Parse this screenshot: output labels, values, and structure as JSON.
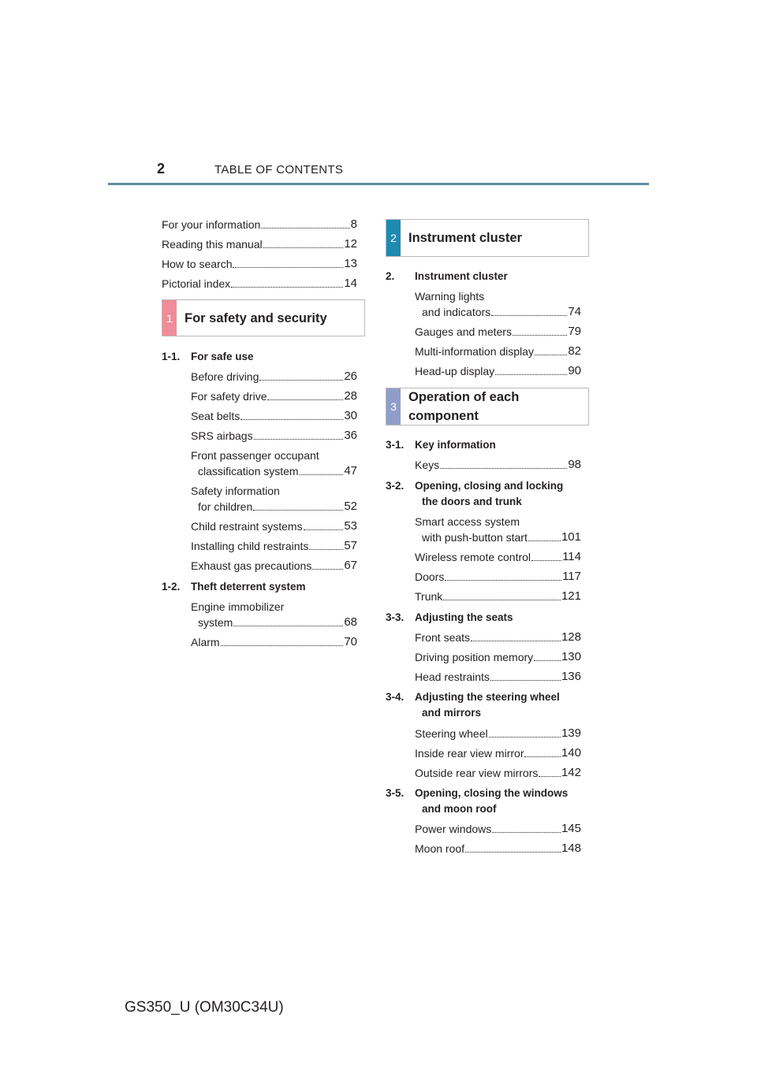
{
  "header": {
    "page_number": "2",
    "title": "TABLE OF CONTENTS"
  },
  "intro": [
    {
      "text": "For your information",
      "page": "8"
    },
    {
      "text": "Reading this manual",
      "page": "12"
    },
    {
      "text": "How to search",
      "page": "13"
    },
    {
      "text": "Pictorial index",
      "page": "14"
    }
  ],
  "chapter1": {
    "tab": "1",
    "tab_color": "#f08c97",
    "title": "For safety and security",
    "s11": {
      "num": "1-1.",
      "title": "For safe use"
    },
    "e1": {
      "text": "Before driving",
      "page": "26"
    },
    "e2": {
      "text": "For safety drive",
      "page": "28"
    },
    "e3": {
      "text": "Seat belts",
      "page": "30"
    },
    "e4": {
      "text": "SRS airbags",
      "page": "36"
    },
    "e5a": "Front passenger occupant",
    "e5": {
      "text": "classification system",
      "page": "47"
    },
    "e6a": "Safety information",
    "e6": {
      "text": "for children",
      "page": "52"
    },
    "e7": {
      "text": "Child restraint systems",
      "page": "53"
    },
    "e8": {
      "text": "Installing child restraints",
      "page": "57"
    },
    "e9": {
      "text": "Exhaust gas precautions",
      "page": "67"
    },
    "s12": {
      "num": "1-2.",
      "title": "Theft deterrent system"
    },
    "e10a": "Engine immobilizer",
    "e10": {
      "text": "system",
      "page": "68"
    },
    "e11": {
      "text": "Alarm",
      "page": "70"
    }
  },
  "chapter2": {
    "tab": "2",
    "tab_color": "#1f8ab0",
    "title": "Instrument cluster",
    "s2": {
      "num": "2.",
      "title": "Instrument cluster"
    },
    "e1a": "Warning lights",
    "e1": {
      "text": "and indicators",
      "page": "74"
    },
    "e2": {
      "text": "Gauges and meters",
      "page": "79"
    },
    "e3": {
      "text": "Multi-information display",
      "page": "82"
    },
    "e4": {
      "text": "Head-up display",
      "page": "90"
    }
  },
  "chapter3": {
    "tab": "3",
    "tab_color": "#8f9ec9",
    "title_line1": "Operation of each",
    "title_line2": "component",
    "s31": {
      "num": "3-1.",
      "title": "Key information"
    },
    "e1": {
      "text": "Keys",
      "page": "98"
    },
    "s32": {
      "num": "3-2.",
      "title": "Opening, closing and locking",
      "cont": "the doors and trunk"
    },
    "e2a": "Smart access system",
    "e2": {
      "text": "with push-button start",
      "page": "101"
    },
    "e3": {
      "text": "Wireless remote control",
      "page": "114"
    },
    "e4": {
      "text": "Doors",
      "page": "117"
    },
    "e5": {
      "text": "Trunk",
      "page": "121"
    },
    "s33": {
      "num": "3-3.",
      "title": "Adjusting the seats"
    },
    "e6": {
      "text": "Front seats",
      "page": "128"
    },
    "e7": {
      "text": "Driving position memory",
      "page": "130"
    },
    "e8": {
      "text": "Head restraints",
      "page": "136"
    },
    "s34": {
      "num": "3-4.",
      "title": "Adjusting the steering wheel",
      "cont": "and mirrors"
    },
    "e9": {
      "text": "Steering wheel",
      "page": "139"
    },
    "e10": {
      "text": "Inside rear view mirror",
      "page": "140"
    },
    "e11": {
      "text": "Outside rear view mirrors",
      "page": "142"
    },
    "s35": {
      "num": "3-5.",
      "title": "Opening, closing the windows",
      "cont": "and moon roof"
    },
    "e12": {
      "text": "Power windows",
      "page": "145"
    },
    "e13": {
      "text": "Moon roof",
      "page": "148"
    }
  },
  "footer": {
    "text": "GS350_U (OM30C34U)"
  }
}
